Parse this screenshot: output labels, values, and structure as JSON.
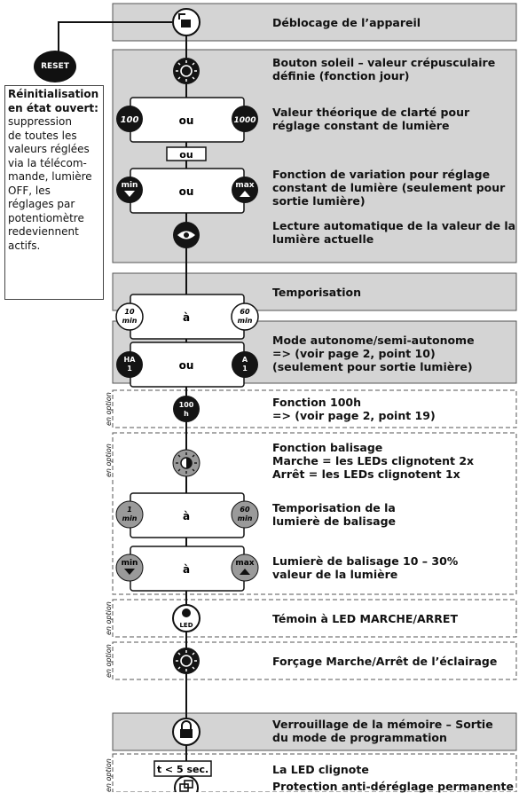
{
  "reset": {
    "label": "RESET"
  },
  "note": {
    "title": "Réinitialisation en état ouvert:",
    "lines": [
      "suppression",
      "de toutes les",
      "valeurs réglées",
      "via la télécom-",
      "mande, lumière",
      "OFF, les",
      "réglages par",
      "potentiomètre",
      "redeviennent",
      "actifs."
    ]
  },
  "side_label": "en option",
  "steps": {
    "s1": "Déblocage de l’appareil",
    "s2": "Bouton soleil – valeur crépusculaire\ndéfinie (fonction jour)",
    "s3": "Valeur théorique de clarté pour\nréglage constant de lumière",
    "s4": "Fonction de variation pour réglage\nconstant de lumière (seulement pour\nsortie lumière)",
    "s5": "Lecture automatique de la valeur de la\nlumière actuelle",
    "s6": "Temporisation",
    "s7": "Mode autonome/semi-autonome\n=> (voir page 2, point 10)\n(seulement pour sortie lumière)",
    "s8": "Fonction 100h\n=> (voir page 2, point 19)",
    "s9": "Fonction balisage\nMarche = les LEDs clignotent 2x\nArrêt = les LEDs clignotent 1x",
    "s10": "Temporisation de la\nlumierè de balisage",
    "s11": "Lumierè de balisage 10 – 30%\nvaleur de la lumière",
    "s12": "Témoin à LED MARCHE/ARRET",
    "s13": "Forçage Marche/Arrêt de l’éclairage",
    "s14": "Verrouillage de la mémoire – Sortie\ndu mode de programmation",
    "s15": "La LED clignote",
    "s16": "Protection anti-déréglage permanente"
  },
  "connectors": {
    "ou": "ou",
    "a": "à",
    "t5": "t < 5 sec."
  },
  "buttons": {
    "v100": "100",
    "v1000": "1000",
    "min": "min",
    "max": "max",
    "t10": "10",
    "t60": "60",
    "unit_min": "min",
    "ha": "HA",
    "a": "A",
    "one": "1",
    "h100": "100",
    "h": "h",
    "t1": "1",
    "led": "LED"
  },
  "colors": {
    "panel": "#d4d4d4",
    "dark": "#141414",
    "grey": "#9a9a9a"
  }
}
